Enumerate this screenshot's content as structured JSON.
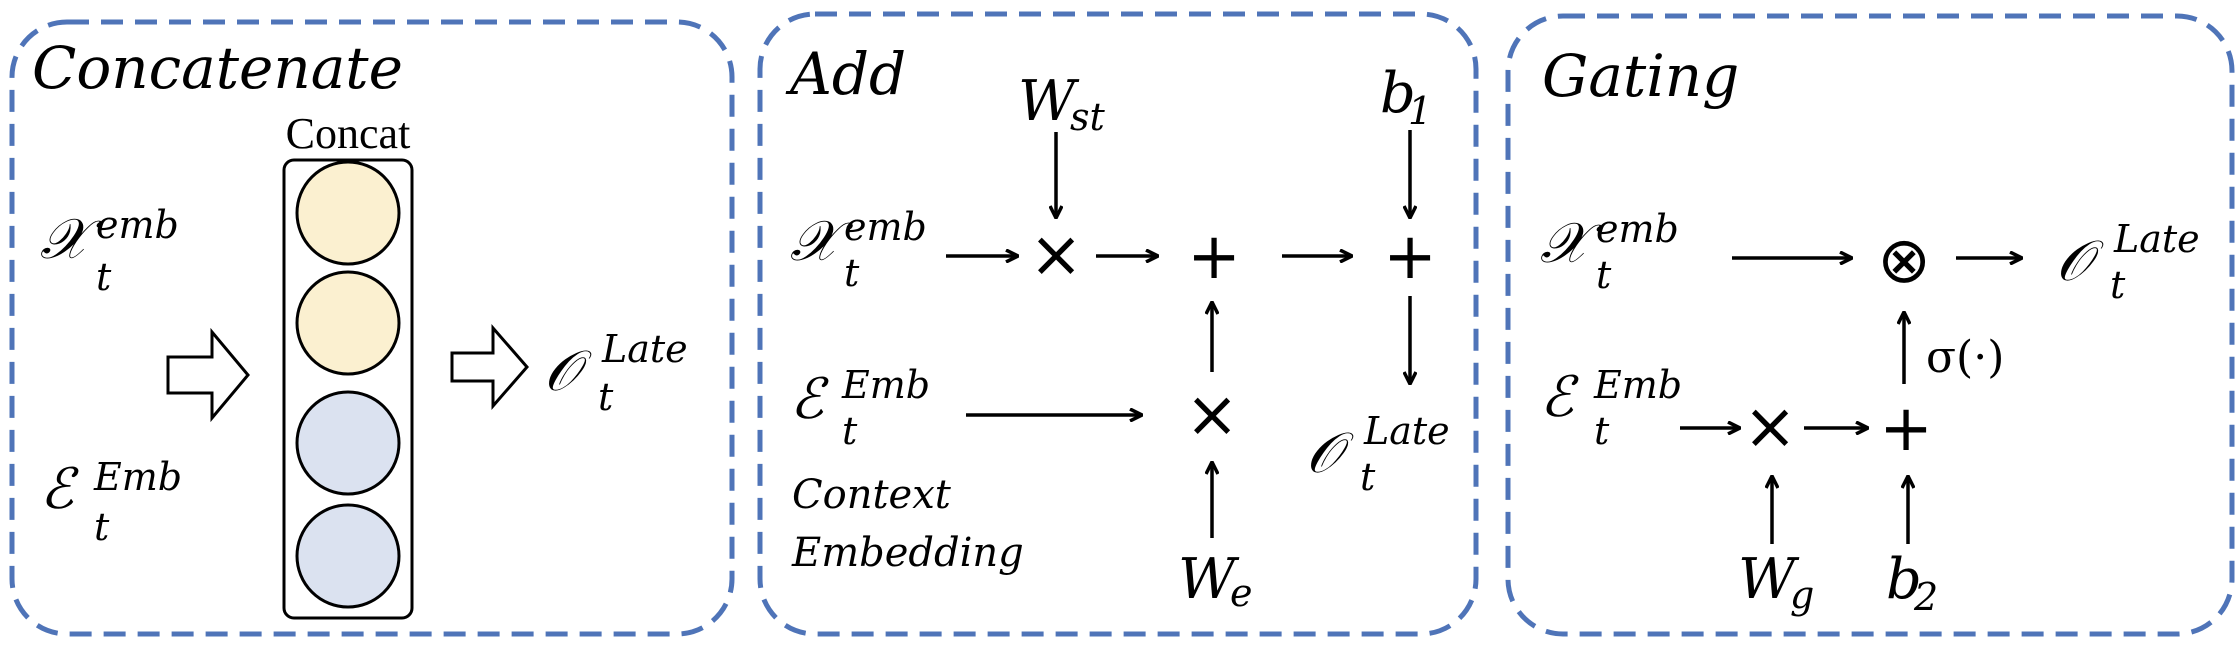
{
  "panels": {
    "concat": {
      "title": "Concatenate",
      "block_label": "Concat",
      "x_base": "𝒳",
      "x_sup": "emb",
      "x_sub": "t",
      "e_base": "ℰ",
      "e_sup": "Emb",
      "e_sub": "t",
      "o_base": "𝒪",
      "o_sup": "Late",
      "o_sub": "t",
      "colors": {
        "upper_circle": "#fbf0d0",
        "lower_circle": "#dbe2f0"
      }
    },
    "add": {
      "title": "Add",
      "x_base": "𝒳",
      "x_sup": "emb",
      "x_sub": "t",
      "e_base": "ℰ",
      "e_sup": "Emb",
      "e_sub": "t",
      "o_base": "𝒪",
      "o_sup": "Late",
      "o_sub": "t",
      "wst_base": "W",
      "wst_sub": "st",
      "b1_base": "b",
      "b1_sub": "1",
      "we_base": "W",
      "we_sub": "e",
      "context_line1": "Context",
      "context_line2": "Embedding",
      "mult_symbol": "×",
      "plus_symbol": "+"
    },
    "gating": {
      "title": "Gating",
      "x_base": "𝒳",
      "x_sup": "emb",
      "x_sub": "t",
      "e_base": "ℰ",
      "e_sup": "Emb",
      "e_sub": "t",
      "o_base": "𝒪",
      "o_sup": "Late",
      "o_sub": "t",
      "wg_base": "W",
      "wg_sub": "g",
      "b2_base": "b",
      "b2_sub": "2",
      "sigma": "σ(·)",
      "mult_symbol": "×",
      "plus_symbol": "+",
      "otimes_symbol": "⊗"
    }
  },
  "colors": {
    "panel_border": "#4f74b8"
  }
}
